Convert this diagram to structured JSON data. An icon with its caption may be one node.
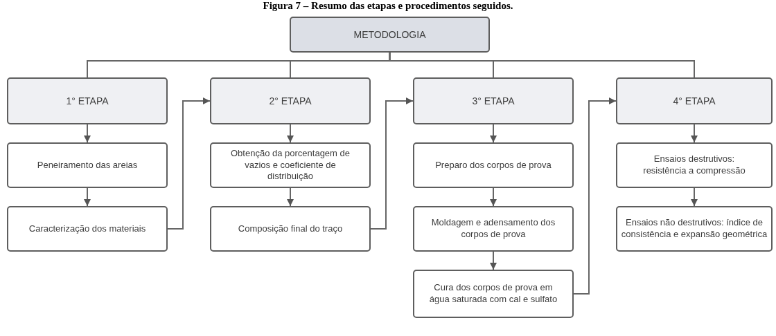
{
  "diagram": {
    "title": "Figura 7 – Resumo das etapas e procedimentos seguidos.",
    "nodes": [
      {
        "text": [
          "METODOLOGIA"
        ]
      },
      {
        "text": [
          "1° ETAPA"
        ]
      },
      {
        "text": [
          "Peneiramento das areias"
        ]
      },
      {
        "text": [
          "Caracterização dos materiais"
        ]
      },
      {
        "text": [
          "2° ETAPA"
        ]
      },
      {
        "text": [
          "Obtenção da porcentagem de vazios e coeficiente de distribuição"
        ]
      },
      {
        "text": [
          "Composição final do traço"
        ]
      },
      {
        "text": [
          "3° ETAPA"
        ]
      },
      {
        "text": [
          "Preparo dos corpos de prova"
        ]
      },
      {
        "text": [
          "Moldagem e adensamento dos corpos de prova"
        ]
      },
      {
        "text": [
          "Cura dos corpos de prova em água saturada com cal e sulfato"
        ]
      },
      {
        "text": [
          "4° ETAPA"
        ]
      },
      {
        "text": [
          "Ensaios destrutivos: resistência a compressão"
        ]
      },
      {
        "text": [
          "Ensaios não destrutivos: índice de consistência e expansão geométrica"
        ]
      }
    ],
    "edges": [
      {
        "from": 0,
        "to": 1,
        "arrow": "none"
      },
      {
        "from": 0,
        "to": 4,
        "arrow": "none"
      },
      {
        "from": 0,
        "to": 7,
        "arrow": "none"
      },
      {
        "from": 0,
        "to": 11,
        "arrow": "none"
      },
      {
        "from": 1,
        "to": 2,
        "arrow": "to"
      },
      {
        "from": 2,
        "to": 3,
        "arrow": "to"
      },
      {
        "from": 3,
        "to": 4,
        "arrow": "to"
      },
      {
        "from": 4,
        "to": 5,
        "arrow": "to"
      },
      {
        "from": 5,
        "to": 6,
        "arrow": "to"
      },
      {
        "from": 6,
        "to": 7,
        "arrow": "to"
      },
      {
        "from": 7,
        "to": 8,
        "arrow": "to"
      },
      {
        "from": 8,
        "to": 9,
        "arrow": "to"
      },
      {
        "from": 9,
        "to": 10,
        "arrow": "to"
      },
      {
        "from": 10,
        "to": 11,
        "arrow": "to"
      },
      {
        "from": 11,
        "to": 12,
        "arrow": "to"
      },
      {
        "from": 12,
        "to": 13,
        "arrow": "to"
      }
    ]
  }
}
